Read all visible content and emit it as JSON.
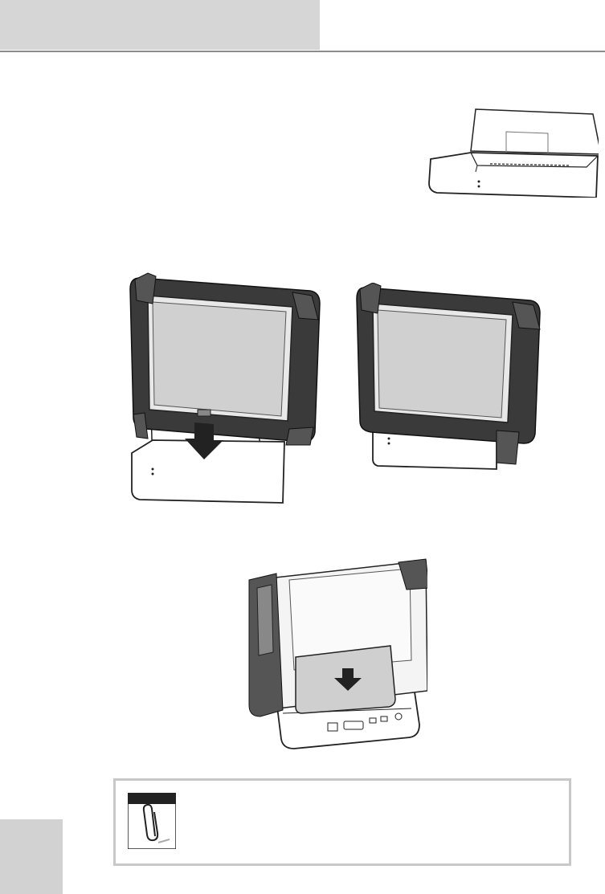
{
  "page": {
    "header_band": "",
    "side_tab": ""
  },
  "colors": {
    "ink": "#222222",
    "panel_gray": "#d6d6d6",
    "screen_gray": "#d0d0d0",
    "battery_gray": "#cfcfcf",
    "frame_dark": "#3a3a3a",
    "rule": "#8c8c8c"
  },
  "figures": [
    {
      "name": "empty-dock",
      "icon": "dock-cradle-icon"
    },
    {
      "name": "tablet-inserting",
      "icon": "tablet-insert-arrow-icon"
    },
    {
      "name": "tablet-docked",
      "icon": "tablet-docked-icon"
    },
    {
      "name": "battery-charging",
      "icon": "battery-insert-arrow-icon"
    }
  ],
  "note": {
    "icon": "paperclip-note-icon",
    "text": ""
  }
}
